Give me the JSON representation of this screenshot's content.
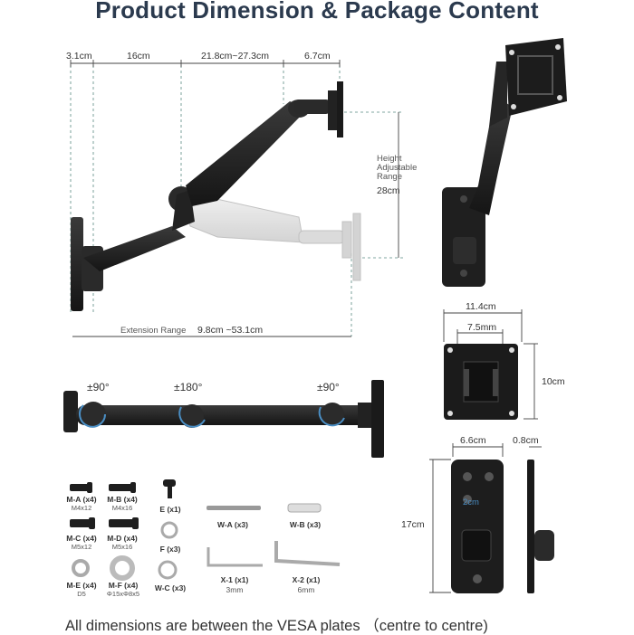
{
  "title": "Product Dimension & Package Content",
  "top_dims": {
    "d1": "3.1cm",
    "d2": "16cm",
    "d3": "21.8cm~27.3cm",
    "d4": "6.7cm"
  },
  "height": {
    "label_line1": "Height",
    "label_line2": "Adjustable",
    "label_line3": "Range",
    "value": "28cm"
  },
  "extension": {
    "label": "Extension Range",
    "value": "9.8cm ~53.1cm"
  },
  "rotations": {
    "r1": "±90°",
    "r2": "±180°",
    "r3": "±90°"
  },
  "vesa": {
    "width": "11.4cm",
    "inner": "7.5mm",
    "height": "10cm"
  },
  "wall_plate": {
    "width": "6.6cm",
    "depth": "0.8cm",
    "height": "17cm",
    "hole": "2cm"
  },
  "parts": [
    {
      "code": "M-A (x4)",
      "size": "M4x12"
    },
    {
      "code": "M-B (x4)",
      "size": "M4x16"
    },
    {
      "code": "M-C (x4)",
      "size": "M5x12"
    },
    {
      "code": "M-D (x4)",
      "size": "M5x16"
    },
    {
      "code": "M-E (x4)",
      "size": "D5"
    },
    {
      "code": "M-F (x4)",
      "size": "Φ15xΦ8x5"
    },
    {
      "code": "E (x1)",
      "size": ""
    },
    {
      "code": "F (x3)",
      "size": ""
    },
    {
      "code": "W-C (x3)",
      "size": ""
    },
    {
      "code": "W-A (x3)",
      "size": ""
    },
    {
      "code": "W-B (x3)",
      "size": ""
    },
    {
      "code": "X-1 (x1)",
      "size": "3mm"
    },
    {
      "code": "X-2 (x1)",
      "size": "6mm"
    }
  ],
  "footer": "All dimensions are between the VESA plates （centre to centre)"
}
